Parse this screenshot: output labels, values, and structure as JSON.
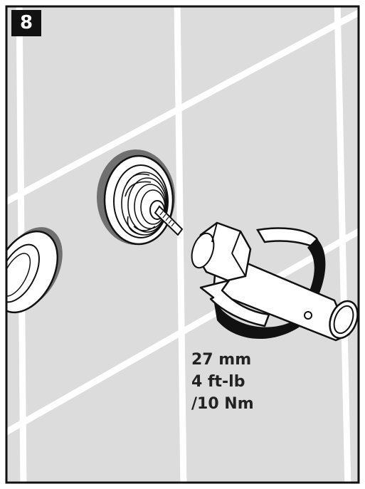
{
  "step": {
    "number": "8"
  },
  "torque": {
    "wrench_size": "27 mm",
    "value_imperial": "4 ft-lb",
    "value_metric": "/10 Nm"
  },
  "colors": {
    "wall": "#dcdcdc",
    "grout": "#ffffff",
    "outline": "#111111",
    "shadow": "#707070",
    "badge": "#111111"
  },
  "icons": {
    "step_badge": "step-number-badge",
    "valve": "valve-cartridge-icon",
    "wrench": "socket-wrench-icon",
    "rotation": "clockwise-rotation-arrow-icon"
  }
}
